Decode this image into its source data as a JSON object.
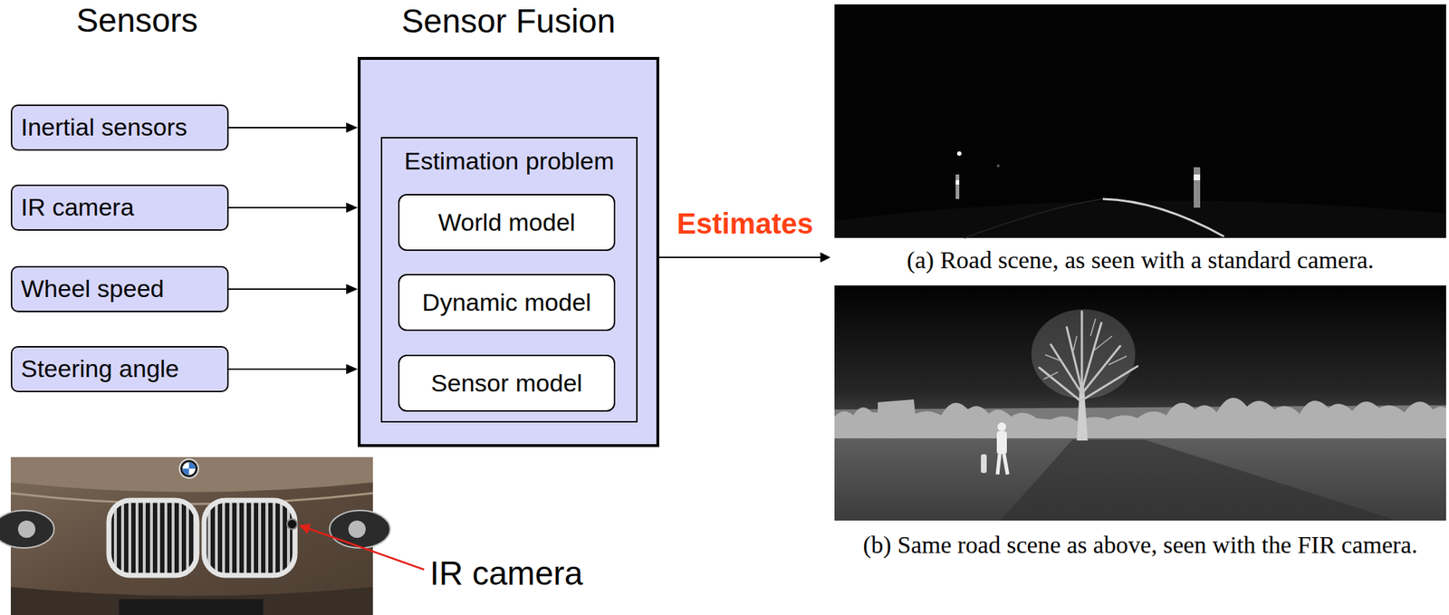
{
  "diagram": {
    "nodes": [
      {
        "text": [
          "Inertial sensors"
        ]
      },
      {
        "text": [
          "IR camera"
        ]
      },
      {
        "text": [
          "Wheel speed"
        ]
      },
      {
        "text": [
          "Steering angle"
        ]
      },
      {
        "text": [
          "Sensor Fusion"
        ]
      },
      {
        "text": [
          "Estimation problem"
        ],
        "in": 4
      },
      {
        "text": [
          "World model"
        ],
        "in": 5
      },
      {
        "text": [
          "Dynamic model"
        ],
        "in": 5
      },
      {
        "text": [
          "Sensor model"
        ],
        "in": 5
      }
    ],
    "edges": [
      {
        "from": 0,
        "to": 4,
        "arrow": "to"
      },
      {
        "from": 1,
        "to": 4,
        "arrow": "to"
      },
      {
        "from": 2,
        "to": 4,
        "arrow": "to"
      },
      {
        "from": 3,
        "to": 4,
        "arrow": "to"
      }
    ],
    "labels": [
      "Sensors",
      "Estimates",
      "IR camera",
      "(a) Road scene, as seen with a standard camera.",
      "(b) Same road scene as above, seen with the FIR camera."
    ]
  }
}
